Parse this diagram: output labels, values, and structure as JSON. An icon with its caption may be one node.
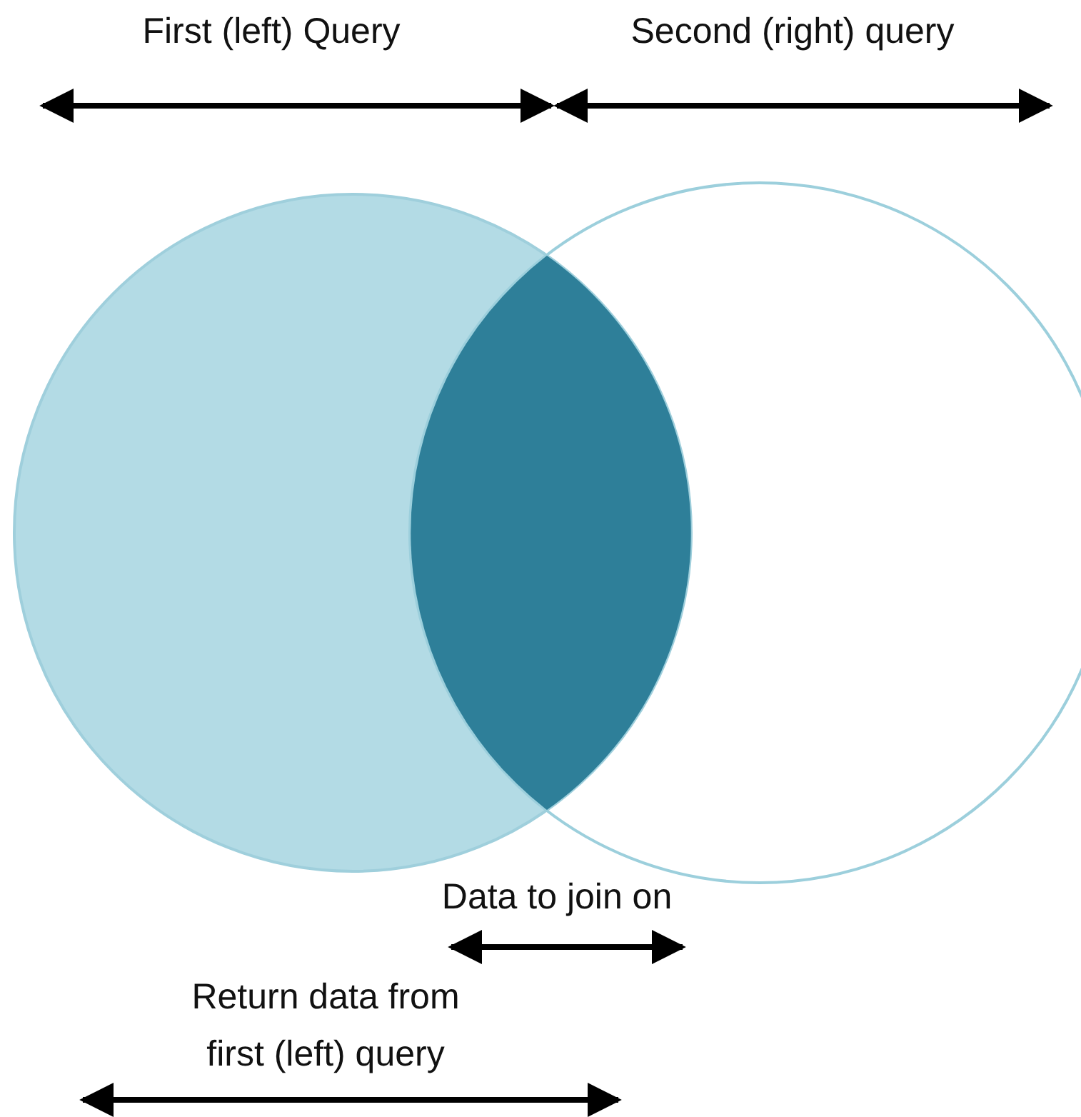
{
  "diagram": {
    "labels": [
      "First (left) Query",
      "Second (right) query",
      "Data to join on",
      "Return data from first (left) query"
    ]
  }
}
